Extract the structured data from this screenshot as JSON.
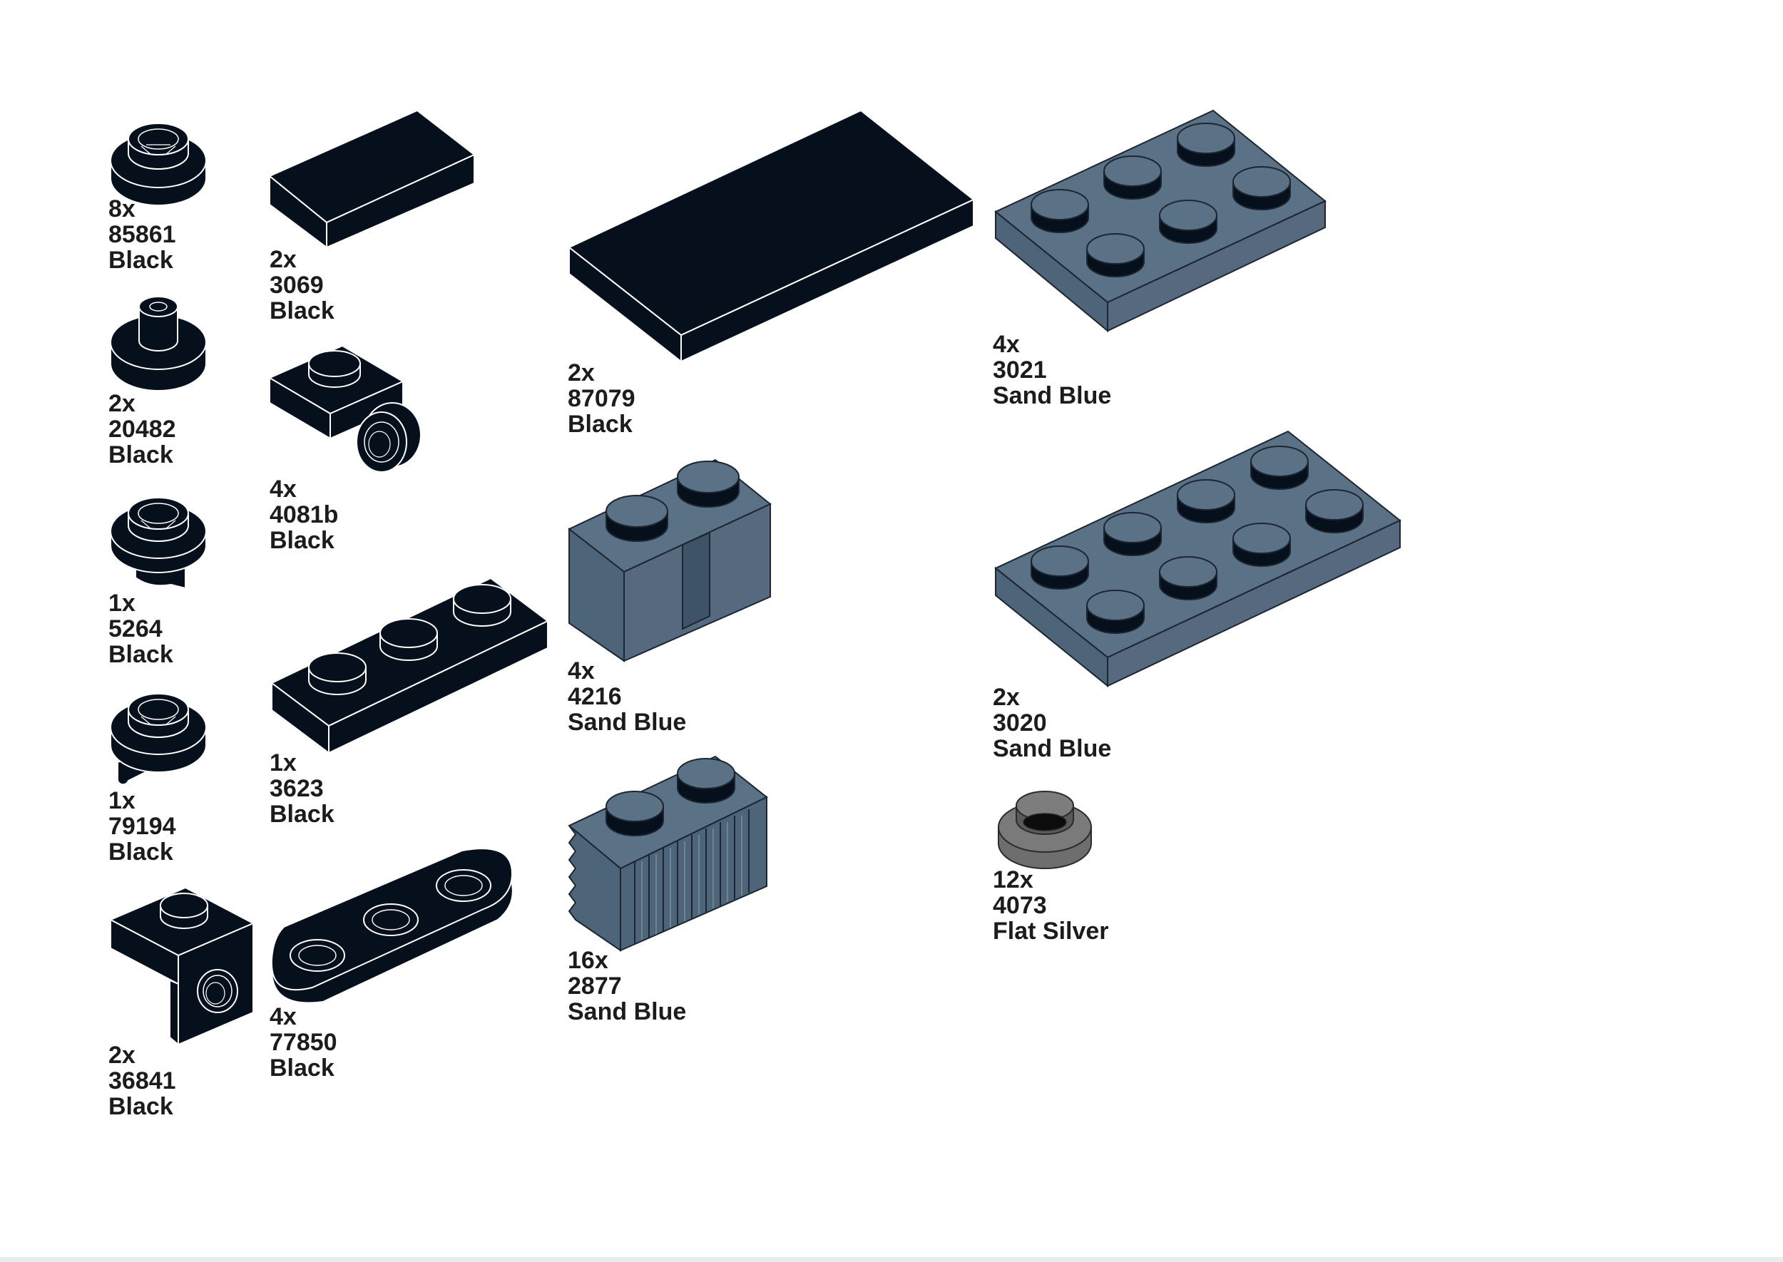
{
  "colors": {
    "black_part": "#05101c",
    "sand_blue_top": "#5a7186",
    "sand_blue_side": "#4d6479",
    "sand_blue_dark": "#3e5366",
    "flat_silver": "#7a7a7a",
    "edge_light": "#ffffff",
    "label_text": "#1c1c1c"
  },
  "parts": [
    {
      "id": "p85861",
      "qty": "8x",
      "number": "85861",
      "color": "Black",
      "icon": "round-plate-open-stud"
    },
    {
      "id": "p20482",
      "qty": "2x",
      "number": "20482",
      "color": "Black",
      "icon": "round-tile-with-bar"
    },
    {
      "id": "p5264",
      "qty": "1x",
      "number": "5264",
      "color": "Black",
      "icon": "round-plate-with-clip"
    },
    {
      "id": "p79194",
      "qty": "1x",
      "number": "79194",
      "color": "Black",
      "icon": "round-plate-with-bar"
    },
    {
      "id": "p36841",
      "qty": "2x",
      "number": "36841",
      "color": "Black",
      "icon": "bracket-plate"
    },
    {
      "id": "p3069",
      "qty": "2x",
      "number": "3069",
      "color": "Black",
      "icon": "tile-1x2"
    },
    {
      "id": "p4081b",
      "qty": "4x",
      "number": "4081b",
      "color": "Black",
      "icon": "plate-with-clip-light"
    },
    {
      "id": "p3623",
      "qty": "1x",
      "number": "3623",
      "color": "Black",
      "icon": "plate-1x3"
    },
    {
      "id": "p77850",
      "qty": "4x",
      "number": "77850",
      "color": "Black",
      "icon": "rounded-plate-1x3"
    },
    {
      "id": "p87079",
      "qty": "2x",
      "number": "87079",
      "color": "Black",
      "icon": "tile-2x4"
    },
    {
      "id": "p4216",
      "qty": "4x",
      "number": "4216",
      "color": "Sand Blue",
      "icon": "grooved-brick"
    },
    {
      "id": "p2877",
      "qty": "16x",
      "number": "2877",
      "color": "Sand Blue",
      "icon": "grille-brick"
    },
    {
      "id": "p3021",
      "qty": "4x",
      "number": "3021",
      "color": "Sand Blue",
      "icon": "plate-2x3"
    },
    {
      "id": "p3020",
      "qty": "2x",
      "number": "3020",
      "color": "Sand Blue",
      "icon": "plate-2x4"
    },
    {
      "id": "p4073",
      "qty": "12x",
      "number": "4073",
      "color": "Flat Silver",
      "icon": "round-plate-1x1"
    }
  ]
}
